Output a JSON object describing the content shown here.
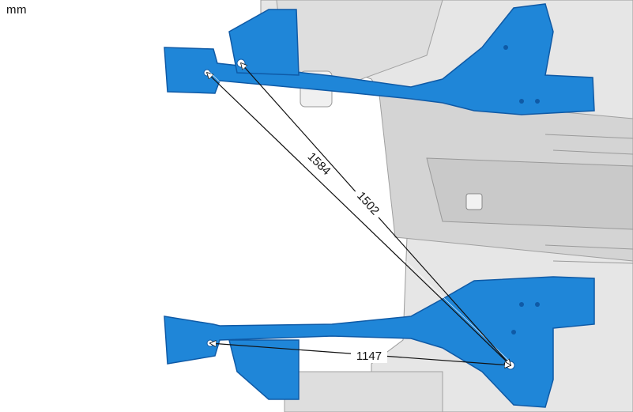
{
  "units": "mm",
  "view_icon": "view-from-below-icon",
  "dimensions": [
    {
      "id": "d1584",
      "value": "1584"
    },
    {
      "id": "d1502",
      "value": "1502"
    },
    {
      "id": "d1147",
      "value": "1147"
    }
  ],
  "colors": {
    "frame_blue": "#1f86d8",
    "frame_blue_dark": "#0f5aa6",
    "body_gray": "#d9d9d9",
    "body_gray_dark": "#a9a9a9",
    "line": "#222222"
  }
}
